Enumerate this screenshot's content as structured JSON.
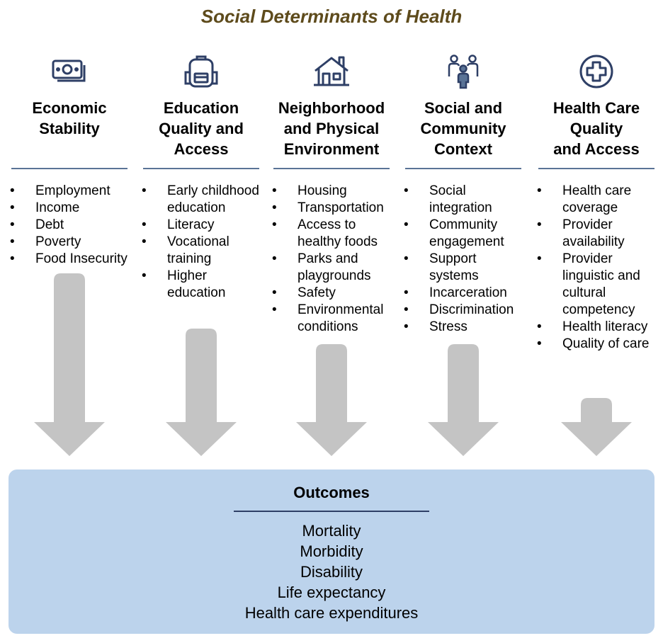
{
  "title": "Social Determinants of Health",
  "colors": {
    "title": "#5e4b1c",
    "icon": "#2e3f66",
    "rule": "#5a7396",
    "arrow": "#c4c4c4",
    "outcomes_bg": "#bcd3ec"
  },
  "columns": [
    {
      "icon": "money-icon",
      "heading": [
        "Economic",
        "Stability"
      ],
      "items": [
        "Employment",
        "Income",
        "Debt",
        "Poverty",
        "Food Insecurity"
      ]
    },
    {
      "icon": "backpack-icon",
      "heading": [
        "Education",
        "Quality and",
        "Access"
      ],
      "items": [
        "Early childhood education",
        "Literacy",
        "Vocational training",
        "Higher education"
      ]
    },
    {
      "icon": "house-icon",
      "heading": [
        "Neighborhood",
        "and Physical",
        "Environment"
      ],
      "items": [
        "Housing",
        "Transportation",
        "Access to healthy foods",
        "Parks and playgrounds",
        "Safety",
        "Environmental conditions"
      ]
    },
    {
      "icon": "people-icon",
      "heading": [
        "Social and",
        "Community",
        "Context"
      ],
      "items": [
        "Social integration",
        "Community engagement",
        "Support systems",
        "Incarceration",
        "Discrimination",
        "Stress"
      ]
    },
    {
      "icon": "medical-cross-icon",
      "heading": [
        "Health Care",
        "Quality",
        "and Access"
      ],
      "items": [
        "Health care coverage",
        "Provider availability",
        "Provider linguistic and cultural competency",
        "Health literacy",
        "Quality of care"
      ]
    }
  ],
  "outcomes": {
    "title": "Outcomes",
    "items": [
      "Mortality",
      "Morbidity",
      "Disability",
      "Life expectancy",
      "Health care expenditures"
    ]
  }
}
